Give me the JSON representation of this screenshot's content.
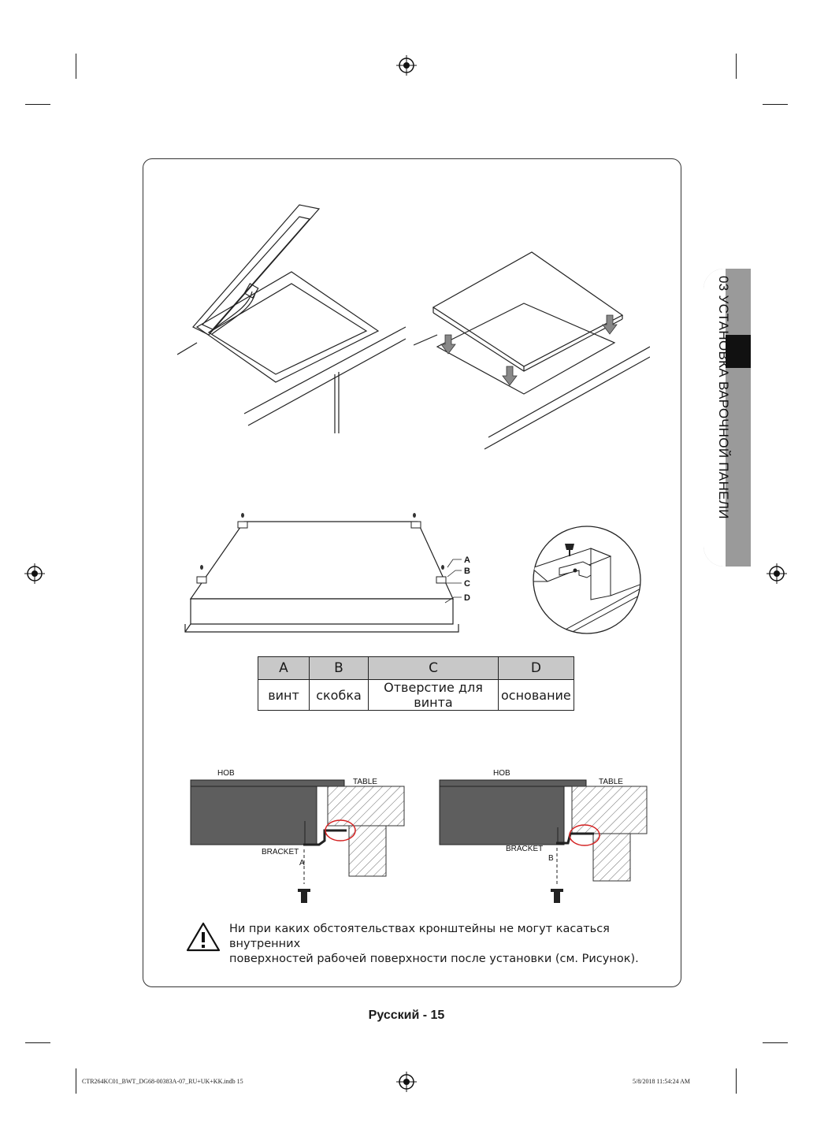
{
  "side_tab": {
    "label": "03 УСТАНОВКА ВАРОЧНОЙ ПАНЕЛИ"
  },
  "bracket_callouts": [
    "A",
    "B",
    "C",
    "D"
  ],
  "parts_table": {
    "headers": [
      "A",
      "B",
      "C",
      "D"
    ],
    "values": [
      "винт",
      "скобка",
      "Отверстие для винта",
      "основание"
    ]
  },
  "cross_sections": [
    {
      "hob": "HOB",
      "table": "TABLE",
      "bracket": "BRACKET",
      "letter": "A"
    },
    {
      "hob": "HOB",
      "table": "TABLE",
      "bracket": "BRACKET",
      "letter": "B"
    }
  ],
  "warning": {
    "line1": "Ни при каких обстоятельствах кронштейны не могут касаться внутренних",
    "line2": "поверхностей рабочей поверхности после установки (см. Рисунок)."
  },
  "footer": {
    "page_label": "Русский - 15",
    "file_slug": "CTR264KC01_BWT_DG68-00383A-07_RU+UK+KK.indb   15",
    "timestamp": "5/8/2018   11:54:24 AM"
  },
  "colors": {
    "hob_dark": "#5e5e5e",
    "tab_grey": "#9a9a9a",
    "highlight_circle": "#d32020",
    "table_header": "#c8c8c8"
  }
}
